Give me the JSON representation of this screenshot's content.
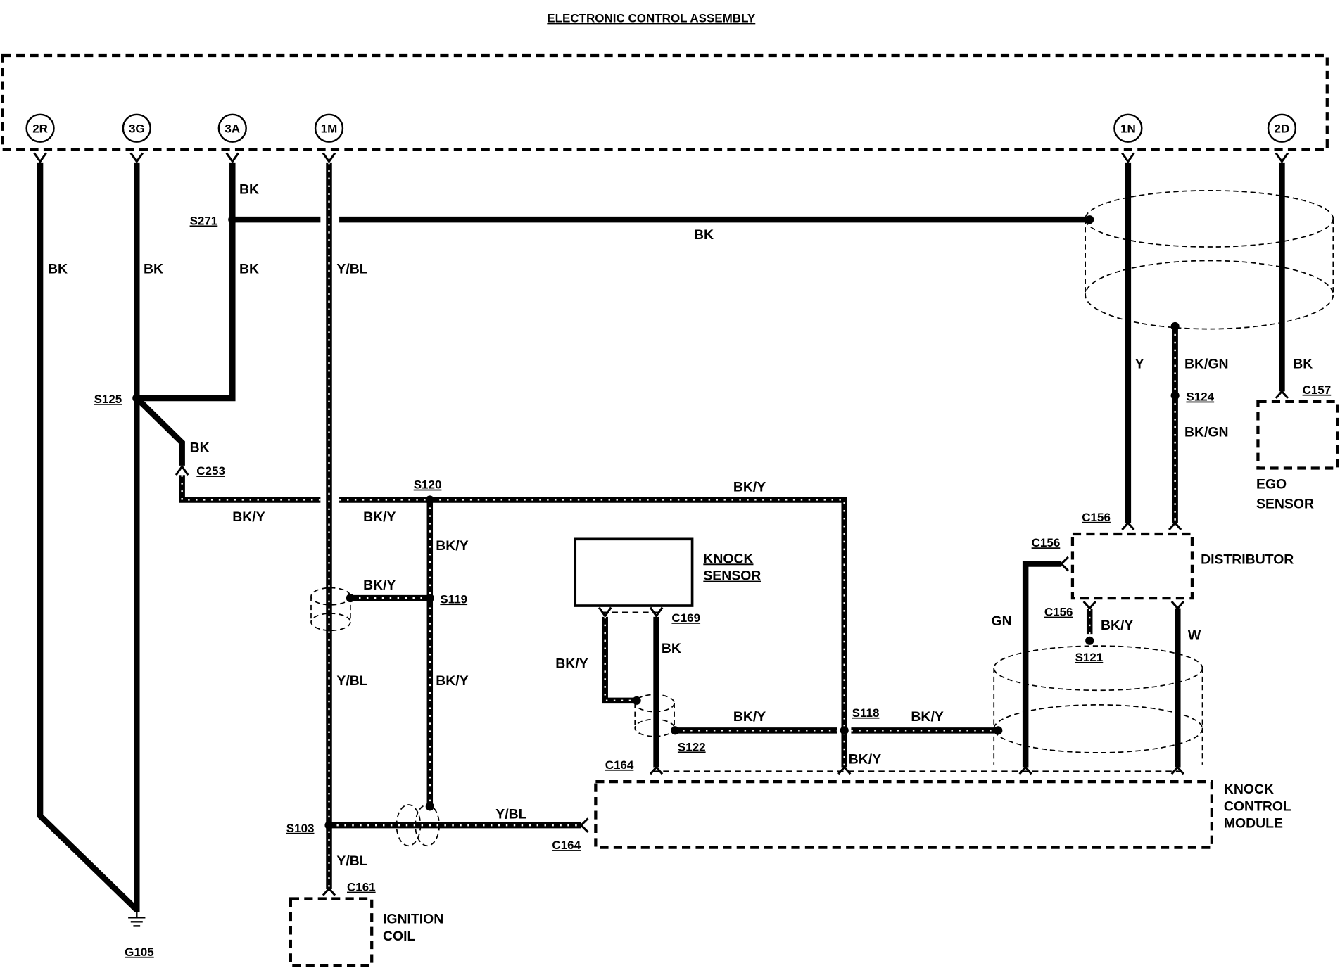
{
  "colors": {
    "ink": "#000000",
    "paper": "#ffffff"
  },
  "eca": {
    "title": "ELECTRONIC CONTROL ASSEMBLY",
    "pins": [
      "2R",
      "3G",
      "3A",
      "1M",
      "1N",
      "2D"
    ]
  },
  "wire_labels": {
    "pin_2r": "BK",
    "pin_3g": "BK",
    "pin_3a_upper": "BK",
    "pin_3a_lower": "BK",
    "s271_to_shield": "BK",
    "pin_1m_upper": "Y/BL",
    "pin_1m_middle": "Y/BL",
    "pin_1m_lower": "Y/BL",
    "s125_to_c253": "BK",
    "c253_run": "BK/Y",
    "to_s120": "BK/Y",
    "s120_to_s118": "BK/Y",
    "s120_to_s119": "BK/Y",
    "s119_to_shield": "BK/Y",
    "s119_down": "BK/Y",
    "s103_to_c164": "Y/BL",
    "knock_sensor_shield": "BK/Y",
    "knock_sensor_signal": "BK",
    "s122_to_s118": "BK/Y",
    "s118_to_shield": "BK/Y",
    "s118_to_c164": "BK/Y",
    "distributor_gn": "GN",
    "pin_1n": "Y",
    "bkgn_upper": "BK/GN",
    "bkgn_lower": "BK/GN",
    "pin_2d": "BK",
    "distributor_bky": "BK/Y",
    "distributor_w": "W"
  },
  "splices": {
    "s271": "S271",
    "s125": "S125",
    "s120": "S120",
    "s119": "S119",
    "s103": "S103",
    "s122": "S122",
    "s118": "S118",
    "s124": "S124",
    "s121": "S121"
  },
  "connectors": {
    "c253": "C253",
    "c169": "C169",
    "c164_top": "C164",
    "c164_side": "C164",
    "c161": "C161",
    "c156_top": "C156",
    "c156_side": "C156",
    "c156_bottom": "C156",
    "c157": "C157"
  },
  "components": {
    "knock_sensor": [
      "KNOCK",
      "SENSOR"
    ],
    "ego_sensor": [
      "EGO",
      "SENSOR"
    ],
    "distributor": [
      "DISTRIBUTOR"
    ],
    "knock_control_module": [
      "KNOCK",
      "CONTROL",
      "MODULE"
    ],
    "ignition_coil": [
      "IGNITION",
      "COIL"
    ]
  },
  "ground": "G105"
}
